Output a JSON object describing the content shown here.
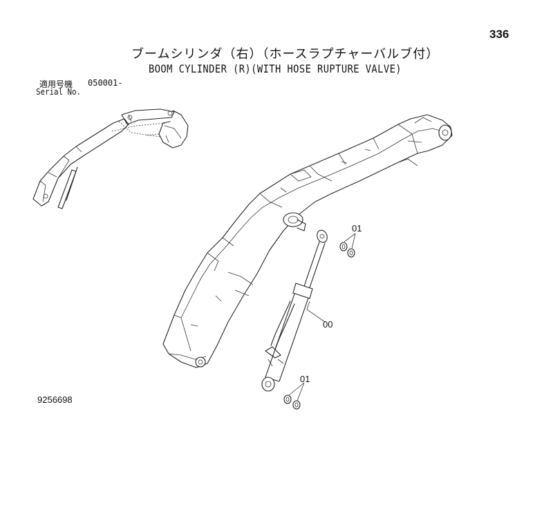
{
  "page_number": "336",
  "title_ja": "ブームシリンダ（右）（ホースラプチャーバルブ付）",
  "title_en": "BOOM CYLINDER (R)(WITH HOSE RUPTURE VALVE)",
  "serial": {
    "label_ja": "適用号機",
    "value": "050001-",
    "label_en": "Serial No."
  },
  "callouts": {
    "cylinder": "00",
    "washer_upper": "01",
    "washer_lower": "01"
  },
  "doc_number": "9256698"
}
